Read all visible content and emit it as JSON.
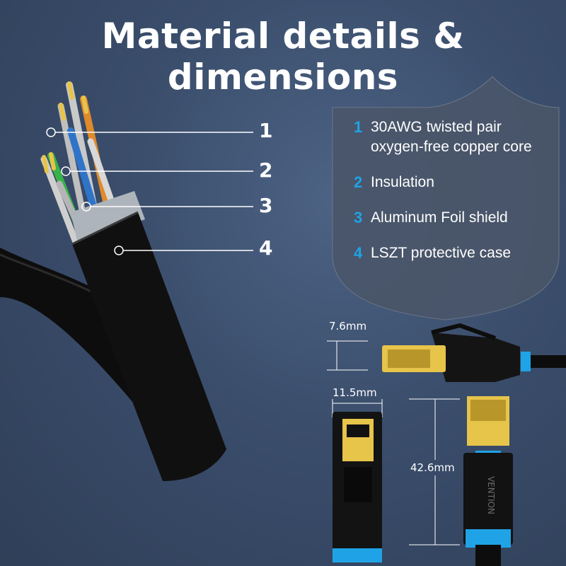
{
  "title": "Material details & dimensions",
  "callout_numbers": [
    "1",
    "2",
    "3",
    "4"
  ],
  "features": [
    {
      "number": "1",
      "lines": [
        "30AWG twisted pair",
        "oxygen-free copper core"
      ]
    },
    {
      "number": "2",
      "lines": [
        "Insulation"
      ]
    },
    {
      "number": "3",
      "lines": [
        "Aluminum Foil shield"
      ]
    },
    {
      "number": "4",
      "lines": [
        "LSZT protective case"
      ]
    }
  ],
  "dimensions": {
    "height": "7.6mm",
    "width": "11.5mm",
    "length": "42.6mm"
  },
  "brand_text": "VENTION",
  "colors": {
    "accent_blue": "#1fa3e6",
    "background": "#3a4d6b",
    "shield": "#4d5a6c",
    "cable": "#111111",
    "gold": "#e7c44a"
  }
}
